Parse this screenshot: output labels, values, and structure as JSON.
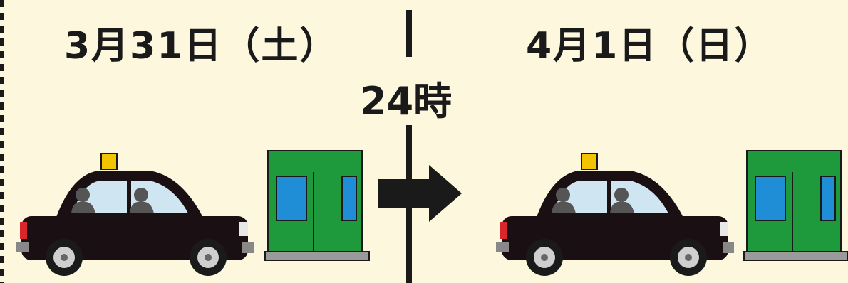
{
  "before": {
    "date": "3月31日（土）"
  },
  "after": {
    "date": "4月1日（日）"
  },
  "boundary": {
    "time": "24時"
  },
  "colors": {
    "background": "#fdf7dd",
    "taxi_body": "#1a0f12",
    "taxi_sign": "#f2c400",
    "window": "#cfe6f2",
    "gate": "#1e9a3c",
    "gate_window": "#1f8ed6",
    "arrow": "#1a1a1a"
  },
  "icons": [
    "taxi-icon",
    "ticket-gate-icon",
    "right-arrow-icon"
  ]
}
